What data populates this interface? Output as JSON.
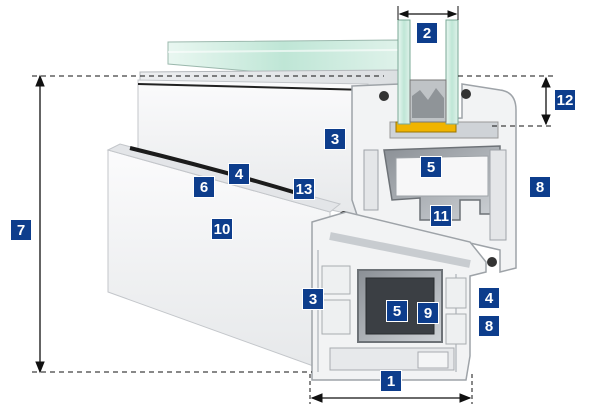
{
  "colors": {
    "badge": "#0d3d8c",
    "profile_white": "#f2f3f4",
    "profile_shade": "#d5d8dc",
    "steel": "#b9bdc2",
    "gasket": "#222222",
    "glass": "#bfe6d6",
    "spacer": "#f0b400",
    "dimension_line": "#111111"
  },
  "icons": [
    "dimension-arrow-icon",
    "window-profile-cross-section"
  ],
  "labels": {
    "l1": "1",
    "l2": "2",
    "l3a": "3",
    "l3b": "3",
    "l4a": "4",
    "l4b": "4",
    "l5a": "5",
    "l5b": "5",
    "l6": "6",
    "l7": "7",
    "l8a": "8",
    "l8b": "8",
    "l9": "9",
    "l10": "10",
    "l11": "11",
    "l12": "12",
    "l13": "13"
  }
}
